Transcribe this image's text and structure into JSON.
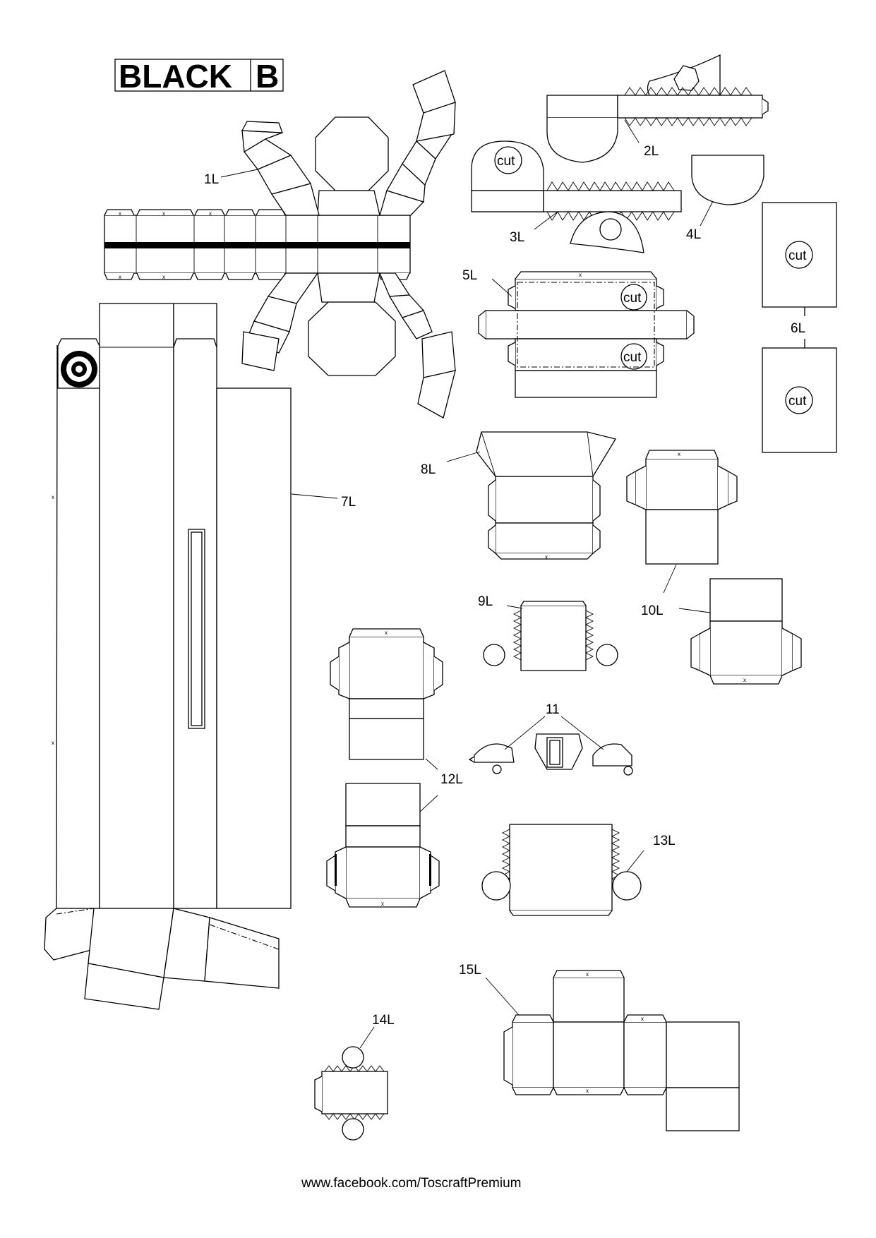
{
  "title": {
    "left": "BLACK",
    "right": "B"
  },
  "labels": {
    "l1": "1L",
    "l2": "2L",
    "l3": "3L",
    "l4": "4L",
    "l5": "5L",
    "l6": "6L",
    "l7": "7L",
    "l8": "8L",
    "l9": "9L",
    "l10": "10L",
    "l11": "11",
    "l12": "12L",
    "l13": "13L",
    "l14": "14L",
    "l15": "15L"
  },
  "cut_text": "cut",
  "glue_mark": "x",
  "footer": "www.facebook.com/ToscraftPremium"
}
